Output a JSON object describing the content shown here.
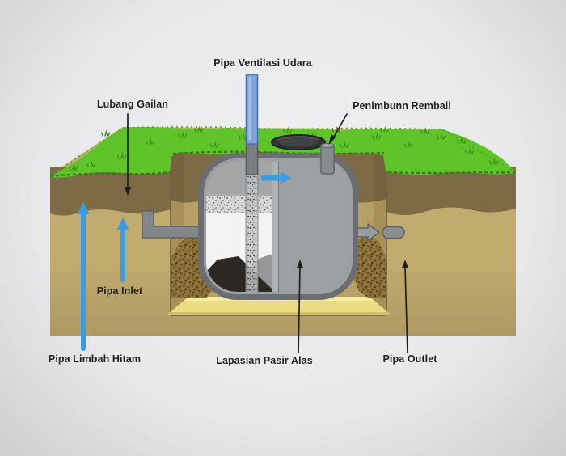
{
  "diagram": {
    "subject": "septic-tank-installation-cross-section",
    "labels": {
      "vent_pipe": "Pipa Ventilasi Udara",
      "excavation_hole": "Lubang Gailan",
      "backfill": "Penimbunn Rembali",
      "inlet_pipe": "Pipa Inlet",
      "blackwater_pipe": "Pipa Limbah Hitam",
      "sand_base_layer": "Lapasian Pasir Alas",
      "outlet_pipe": "Pipa Outlet"
    },
    "icons": [
      {
        "name": "down-arrow-icon",
        "points_to": "excavation_hole"
      },
      {
        "name": "pointer-line-icon",
        "points_to": "backfill"
      },
      {
        "name": "up-arrow-blue-icon",
        "points_to": "blackwater_pipe"
      },
      {
        "name": "up-arrow-blue-icon",
        "points_to": "inlet_pipe"
      },
      {
        "name": "right-arrow-blue-icon",
        "points_to": "flow-into-tank"
      },
      {
        "name": "up-arrow-icon",
        "points_to": "sand_base_layer"
      },
      {
        "name": "up-arrow-icon",
        "points_to": "outlet_pipe"
      }
    ]
  },
  "colors": {
    "background": "#e9e9eb",
    "grass": "#5ec42a",
    "grass_dark": "#2f7d10",
    "grass_mid": "#49a31e",
    "topsoil": "#7d6b46",
    "soil": "#c1ab6f",
    "pit_soil": "#b7a065",
    "sand": "#e9dc82",
    "gravel": "#8b7138",
    "tank_fill": "#9da0a3",
    "tank_border": "#6a6e72",
    "tank_white": "#f3f3f4",
    "sludge": "#2c2925",
    "pipe_gray": "#84878a",
    "pipe_blue": "#7fa3da",
    "arrow_blue": "#3b9ce0",
    "label_color": "#1f1f1f"
  }
}
